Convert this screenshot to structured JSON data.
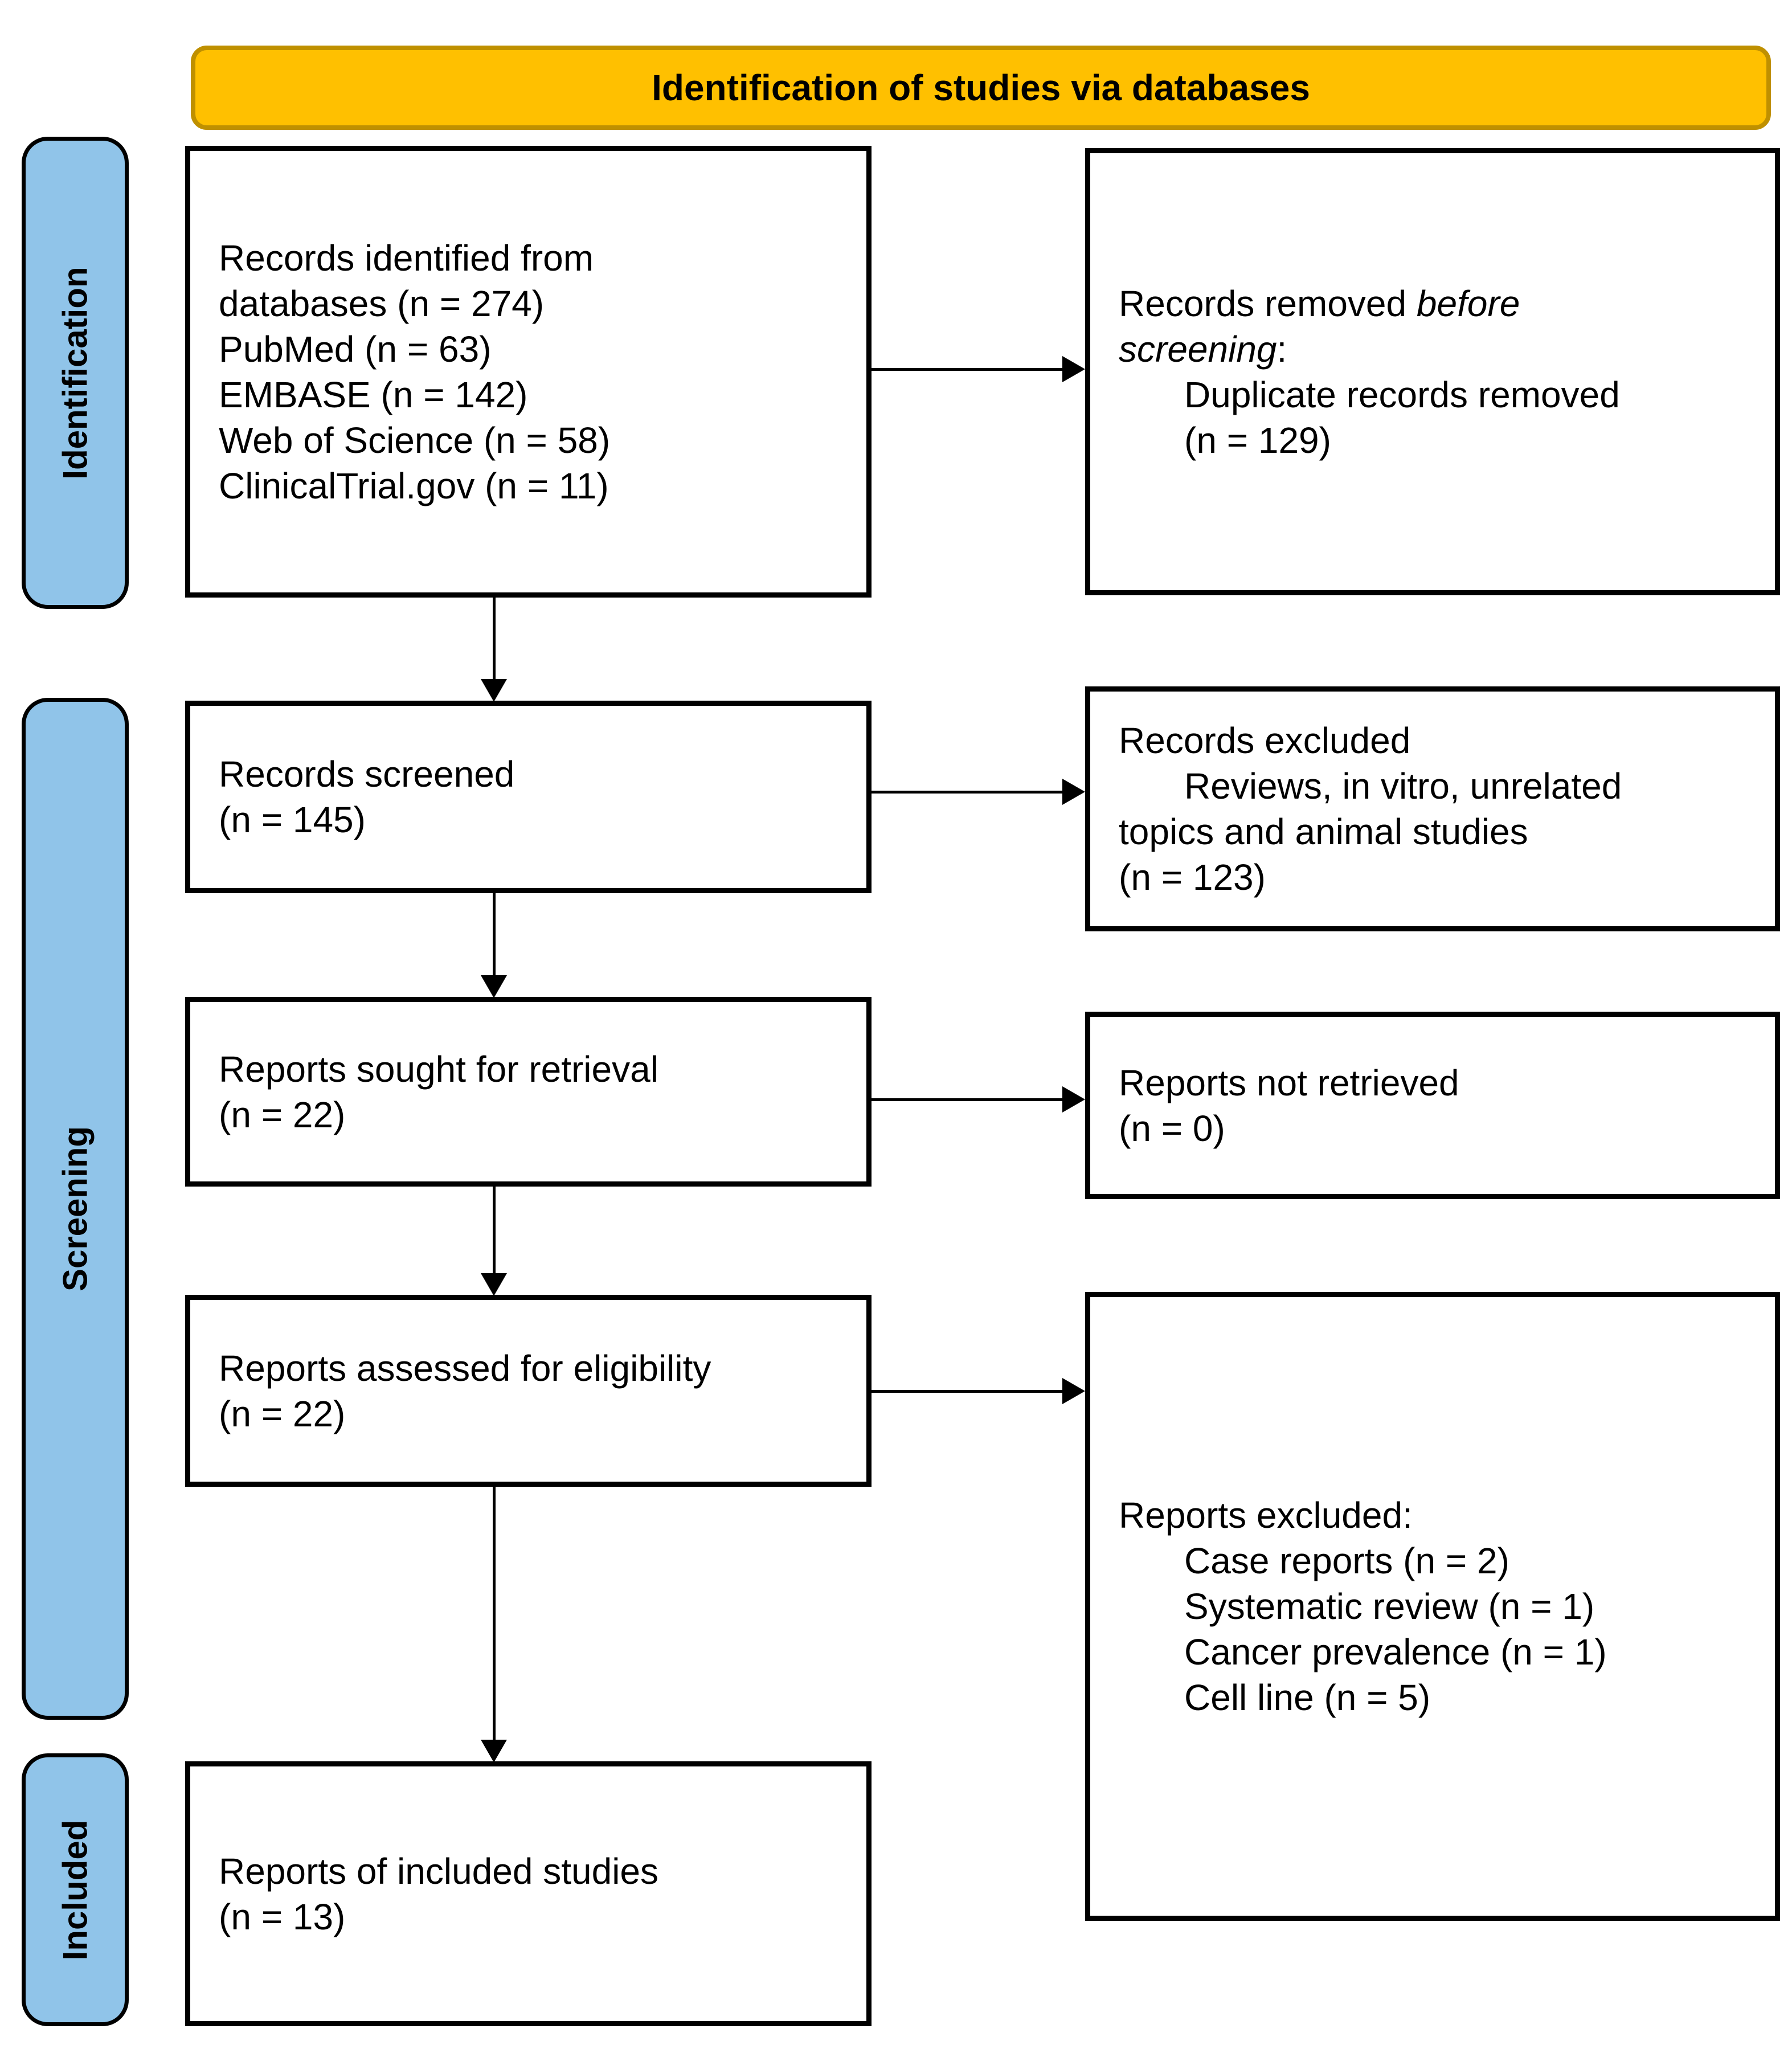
{
  "banner": {
    "title": "Identification of studies via databases"
  },
  "colors": {
    "banner_fill": "#FFC000",
    "banner_border": "#BF9000",
    "stage_fill": "#90C4E9",
    "box_border": "#000000",
    "text": "#000000"
  },
  "stages": [
    {
      "label": "Identification"
    },
    {
      "label": "Screening"
    },
    {
      "label": "Included"
    }
  ],
  "boxes": {
    "identified": {
      "lines": [
        "Records identified from",
        "databases (n = 274)",
        "PubMed (n = 63)",
        "EMBASE (n = 142)",
        "Web of Science (n = 58)",
        "ClinicalTrial.gov (n = 11)"
      ]
    },
    "removed": {
      "line1_normal": "Records removed ",
      "line1_italic": "before",
      "line2_italic": "screening",
      "line2_normal": ":",
      "line3": "Duplicate records removed",
      "line4": "(n = 129)"
    },
    "screened": {
      "lines": [
        "Records screened",
        "(n = 145)"
      ]
    },
    "excluded_records": {
      "line1": "Records excluded",
      "line2": "Reviews, in vitro, unrelated",
      "line3": "topics and animal studies",
      "line4": "(n = 123)"
    },
    "sought": {
      "lines": [
        "Reports sought for retrieval",
        "(n = 22)"
      ]
    },
    "not_retrieved": {
      "lines": [
        "Reports not retrieved",
        "(n = 0)"
      ]
    },
    "assessed": {
      "lines": [
        "Reports assessed for eligibility",
        "(n = 22)"
      ]
    },
    "excluded_reports": {
      "heading": "Reports excluded:",
      "items": [
        "Case reports (n = 2)",
        "Systematic review (n = 1)",
        "Cancer prevalence (n = 1)",
        "Cell line (n = 5)"
      ]
    },
    "included": {
      "lines": [
        "Reports of included studies",
        "(n = 13)"
      ]
    }
  }
}
